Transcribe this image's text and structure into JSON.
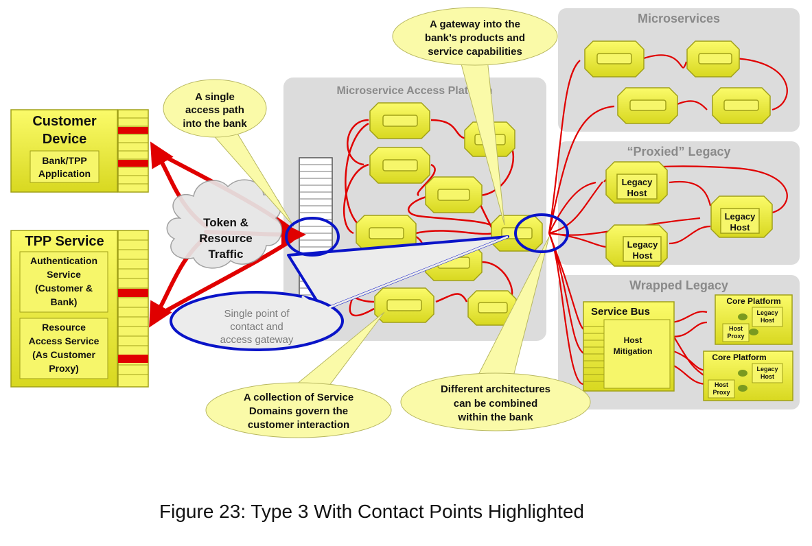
{
  "panels": {
    "access_platform": "Microservice Access Platform",
    "microservices": "Microservices",
    "proxied_legacy": "“Proxied” Legacy",
    "wrapped_legacy": "Wrapped Legacy"
  },
  "customer_device": {
    "title_line1": "Customer",
    "title_line2": "Device",
    "app_line1": "Bank/TPP",
    "app_line2": "Application"
  },
  "tpp_service": {
    "title": "TPP Service",
    "auth_line1": "Authentication",
    "auth_line2": "Service",
    "auth_line3": "(Customer &",
    "auth_line4": "Bank)",
    "res_line1": "Resource",
    "res_line2": "Access Service",
    "res_line3": "(As Customer",
    "res_line4": "Proxy)"
  },
  "cloud": {
    "line1": "Token &",
    "line2": "Resource",
    "line3": "Traffic"
  },
  "callouts": {
    "access_path": [
      "A single",
      "access path",
      "into the bank"
    ],
    "gateway_capabilities": [
      "A gateway into the",
      "bank’s products and",
      "service capabilities"
    ],
    "single_point": [
      "Single point of",
      "contact and",
      "access gateway"
    ],
    "service_domains": [
      "A collection of Service",
      "Domains govern the",
      "customer interaction"
    ],
    "architectures": [
      "Different architectures",
      "can be combined",
      "within the bank"
    ]
  },
  "legacy": {
    "host_line1": "Legacy",
    "host_line2": "Host"
  },
  "wrapped": {
    "service_bus": "Service Bus",
    "host_mitigation_line1": "Host",
    "host_mitigation_line2": "Mitigation",
    "core_platform": "Core Platform",
    "legacy_host_line1": "Legacy",
    "legacy_host_line2": "Host",
    "host_proxy_line1": "Host",
    "host_proxy_line2": "Proxy"
  },
  "caption": "Figure 23: Type 3 With Contact Points Highlighted",
  "colors": {
    "yellow": "#f0f02a",
    "yellow_dark": "#bcbc1a",
    "connector_red": "#e00000",
    "highlight_blue": "#0a14c8",
    "panel_gray": "#dcdcdc",
    "callout_fill": "#fafaa8"
  }
}
